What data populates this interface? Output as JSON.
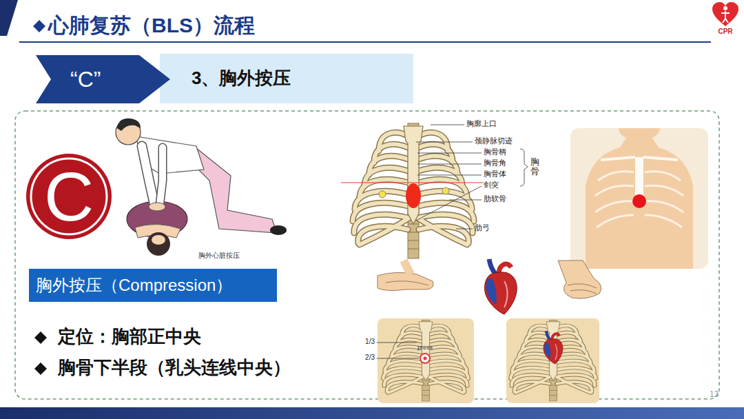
{
  "diagram": {
    "title": "心肺复苏（BLS）流程",
    "nodes": [
      {
        "text": [
          "“C”"
        ]
      },
      {
        "text": [
          "3、胸外按压"
        ]
      },
      {
        "text": [
          "C"
        ]
      },
      {
        "text": [
          "胸外按压（Compression）"
        ]
      }
    ],
    "labels": [
      "CPR",
      "胸外心脏按压",
      "定位：胸部正中央",
      "胸骨下半段（乳头连线中央）",
      "胸廓上口",
      "颈静脉切迹",
      "胸骨柄",
      "胸骨角",
      "胸骨体",
      "剑突",
      "肋软骨",
      "肋弓",
      "胸骨",
      "1/3",
      "2/3",
      "press",
      "13"
    ]
  }
}
